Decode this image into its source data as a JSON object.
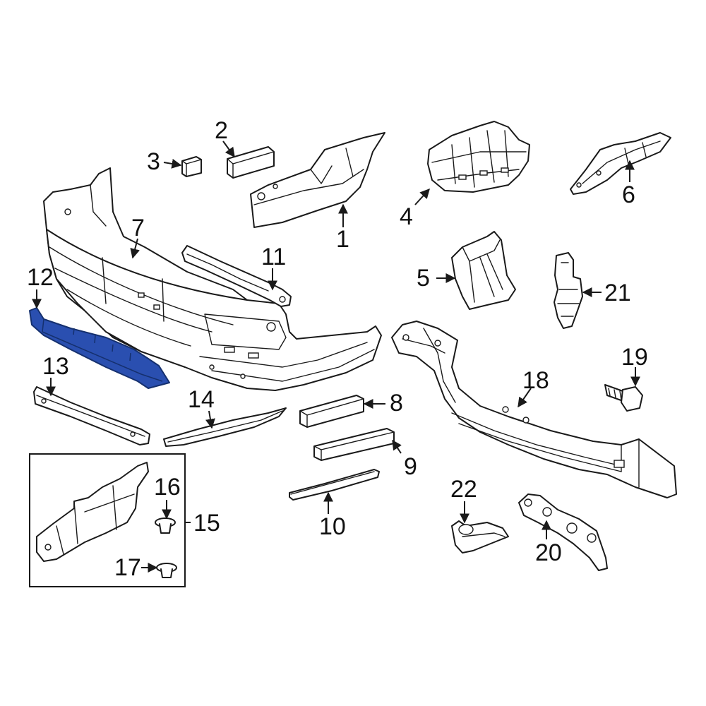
{
  "diagram": {
    "highlight_color": "#2a4fb0",
    "line_color": "#1a1a1a",
    "background": "#ffffff",
    "highlighted_part": "12",
    "callouts": [
      {
        "id": "1",
        "label": "1"
      },
      {
        "id": "2",
        "label": "2"
      },
      {
        "id": "3",
        "label": "3"
      },
      {
        "id": "4",
        "label": "4"
      },
      {
        "id": "5",
        "label": "5"
      },
      {
        "id": "6",
        "label": "6"
      },
      {
        "id": "7",
        "label": "7"
      },
      {
        "id": "8",
        "label": "8"
      },
      {
        "id": "9",
        "label": "9"
      },
      {
        "id": "10",
        "label": "10"
      },
      {
        "id": "11",
        "label": "11"
      },
      {
        "id": "12",
        "label": "12"
      },
      {
        "id": "13",
        "label": "13"
      },
      {
        "id": "14",
        "label": "14"
      },
      {
        "id": "15",
        "label": "15"
      },
      {
        "id": "16",
        "label": "16"
      },
      {
        "id": "17",
        "label": "17"
      },
      {
        "id": "18",
        "label": "18"
      },
      {
        "id": "19",
        "label": "19"
      },
      {
        "id": "20",
        "label": "20"
      },
      {
        "id": "21",
        "label": "21"
      },
      {
        "id": "22",
        "label": "22"
      }
    ]
  }
}
